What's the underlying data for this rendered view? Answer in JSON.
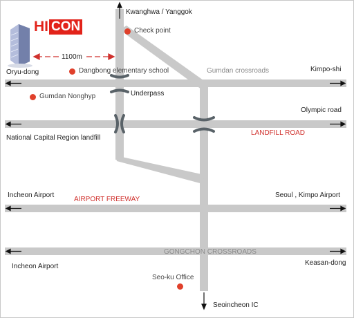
{
  "logo": {
    "part_a": "HI",
    "part_b": "CON"
  },
  "distance_label": "1100m",
  "labels": {
    "top_destination": "Kwanghwa / Yanggok",
    "oryu_dong": "Oryu-dong",
    "gumdan_crossroads": "Gumdan crossroads",
    "kimpo_shi": "Kimpo-shi",
    "underpass": "Underpass",
    "olympic_road": "Olympic road",
    "landfill_road": "LANDFILL ROAD",
    "national_capital_landfill": "National Capital Region landfill",
    "incheon_airport_1": "Incheon Airport",
    "airport_freeway": "AIRPORT FREEWAY",
    "seoul_kimpo_airport": "Seoul , Kimpo Airport",
    "gongchon_crossroads": "GONGCHON CROSSROADS",
    "incheon_airport_2": "Incheon Airport",
    "keasan_dong": "Keasan-dong",
    "seoincheon_ic": "Seoincheon IC"
  },
  "pois": {
    "check_point": "Check point",
    "dangbong_school": "Dangbong elementary school",
    "gumdan_nonghyp": "Gumdan Nonghyp",
    "seoku_office": "Seo-ku Office"
  },
  "colors": {
    "road": "#c9c9c9",
    "label_red": "#d0312d",
    "poi_dot": "#e0402b",
    "logo_red": "#e2231a",
    "bridge": "#596268"
  },
  "icons": {
    "building": "office-building-icon",
    "arrow": "arrow-icon",
    "bridge": "underpass-bridge-icon"
  }
}
